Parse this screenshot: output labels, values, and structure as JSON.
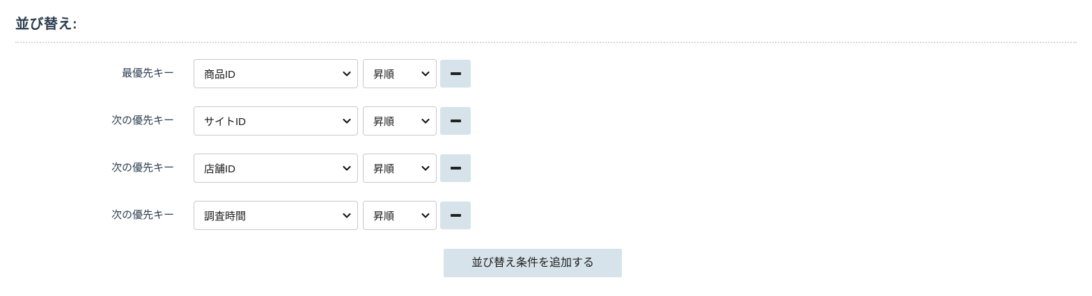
{
  "section": {
    "title": "並び替え:"
  },
  "sort_rows": [
    {
      "label": "最優先キー",
      "key_value": "商品ID",
      "order_value": "昇順",
      "remove_icon": "minus-icon"
    },
    {
      "label": "次の優先キー",
      "key_value": "サイトID",
      "order_value": "昇順",
      "remove_icon": "minus-icon"
    },
    {
      "label": "次の優先キー",
      "key_value": "店舗ID",
      "order_value": "昇順",
      "remove_icon": "minus-icon"
    },
    {
      "label": "次の優先キー",
      "key_value": "調査時間",
      "order_value": "昇順",
      "remove_icon": "minus-icon"
    }
  ],
  "actions": {
    "add_condition_label": "並び替え条件を追加する"
  },
  "icons": {
    "dropdown": "chevron-down-icon"
  },
  "colors": {
    "heading": "#2c3e50",
    "button_background": "#d7e3ea",
    "select_border": "#c8c8c8",
    "divider": "#d7d7d7",
    "page_background": "#ffffff"
  }
}
